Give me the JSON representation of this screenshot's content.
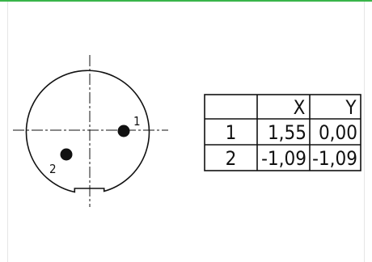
{
  "connector": {
    "pins": [
      {
        "label": "1"
      },
      {
        "label": "2"
      }
    ]
  },
  "table": {
    "headers": [
      "",
      "X",
      "Y"
    ],
    "rows": [
      [
        "1",
        "1,55",
        "0,00"
      ],
      [
        "2",
        "-1,09",
        "-1,09"
      ]
    ]
  },
  "colors": {
    "accent": "#39b54a",
    "ink": "#111111"
  }
}
